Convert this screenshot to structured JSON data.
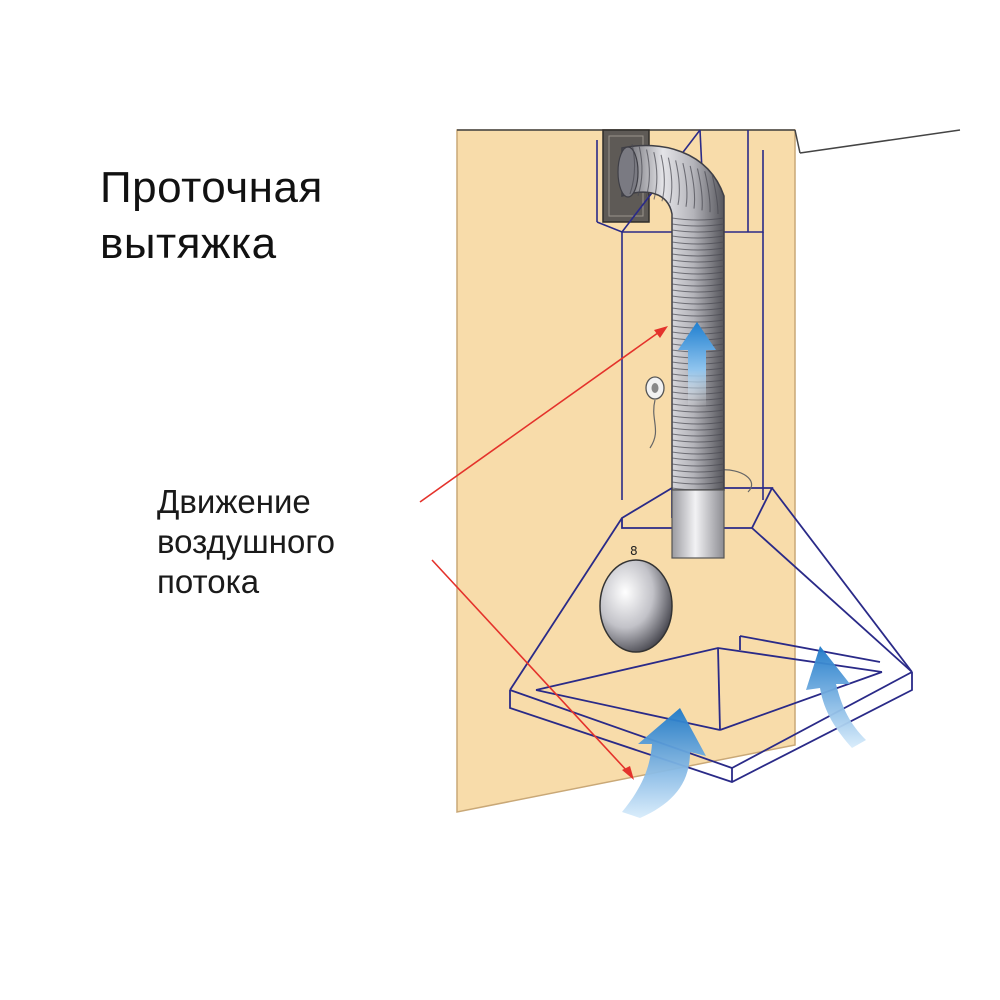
{
  "title": {
    "line1": "Проточная",
    "line2": "вытяжка"
  },
  "airflow_label": {
    "line1": "Движение",
    "line2": "воздушного",
    "line3": "потока"
  },
  "colors": {
    "wall": "#f8dcaa",
    "outline": "#2a2a88",
    "pointer": "#e4322b",
    "airflow": "#2f8fd8"
  },
  "icons": [
    "flexible-duct-icon",
    "airflow-arrow-icon",
    "wall-socket-icon",
    "round-vent-icon",
    "pointer-arrow-icon"
  ]
}
